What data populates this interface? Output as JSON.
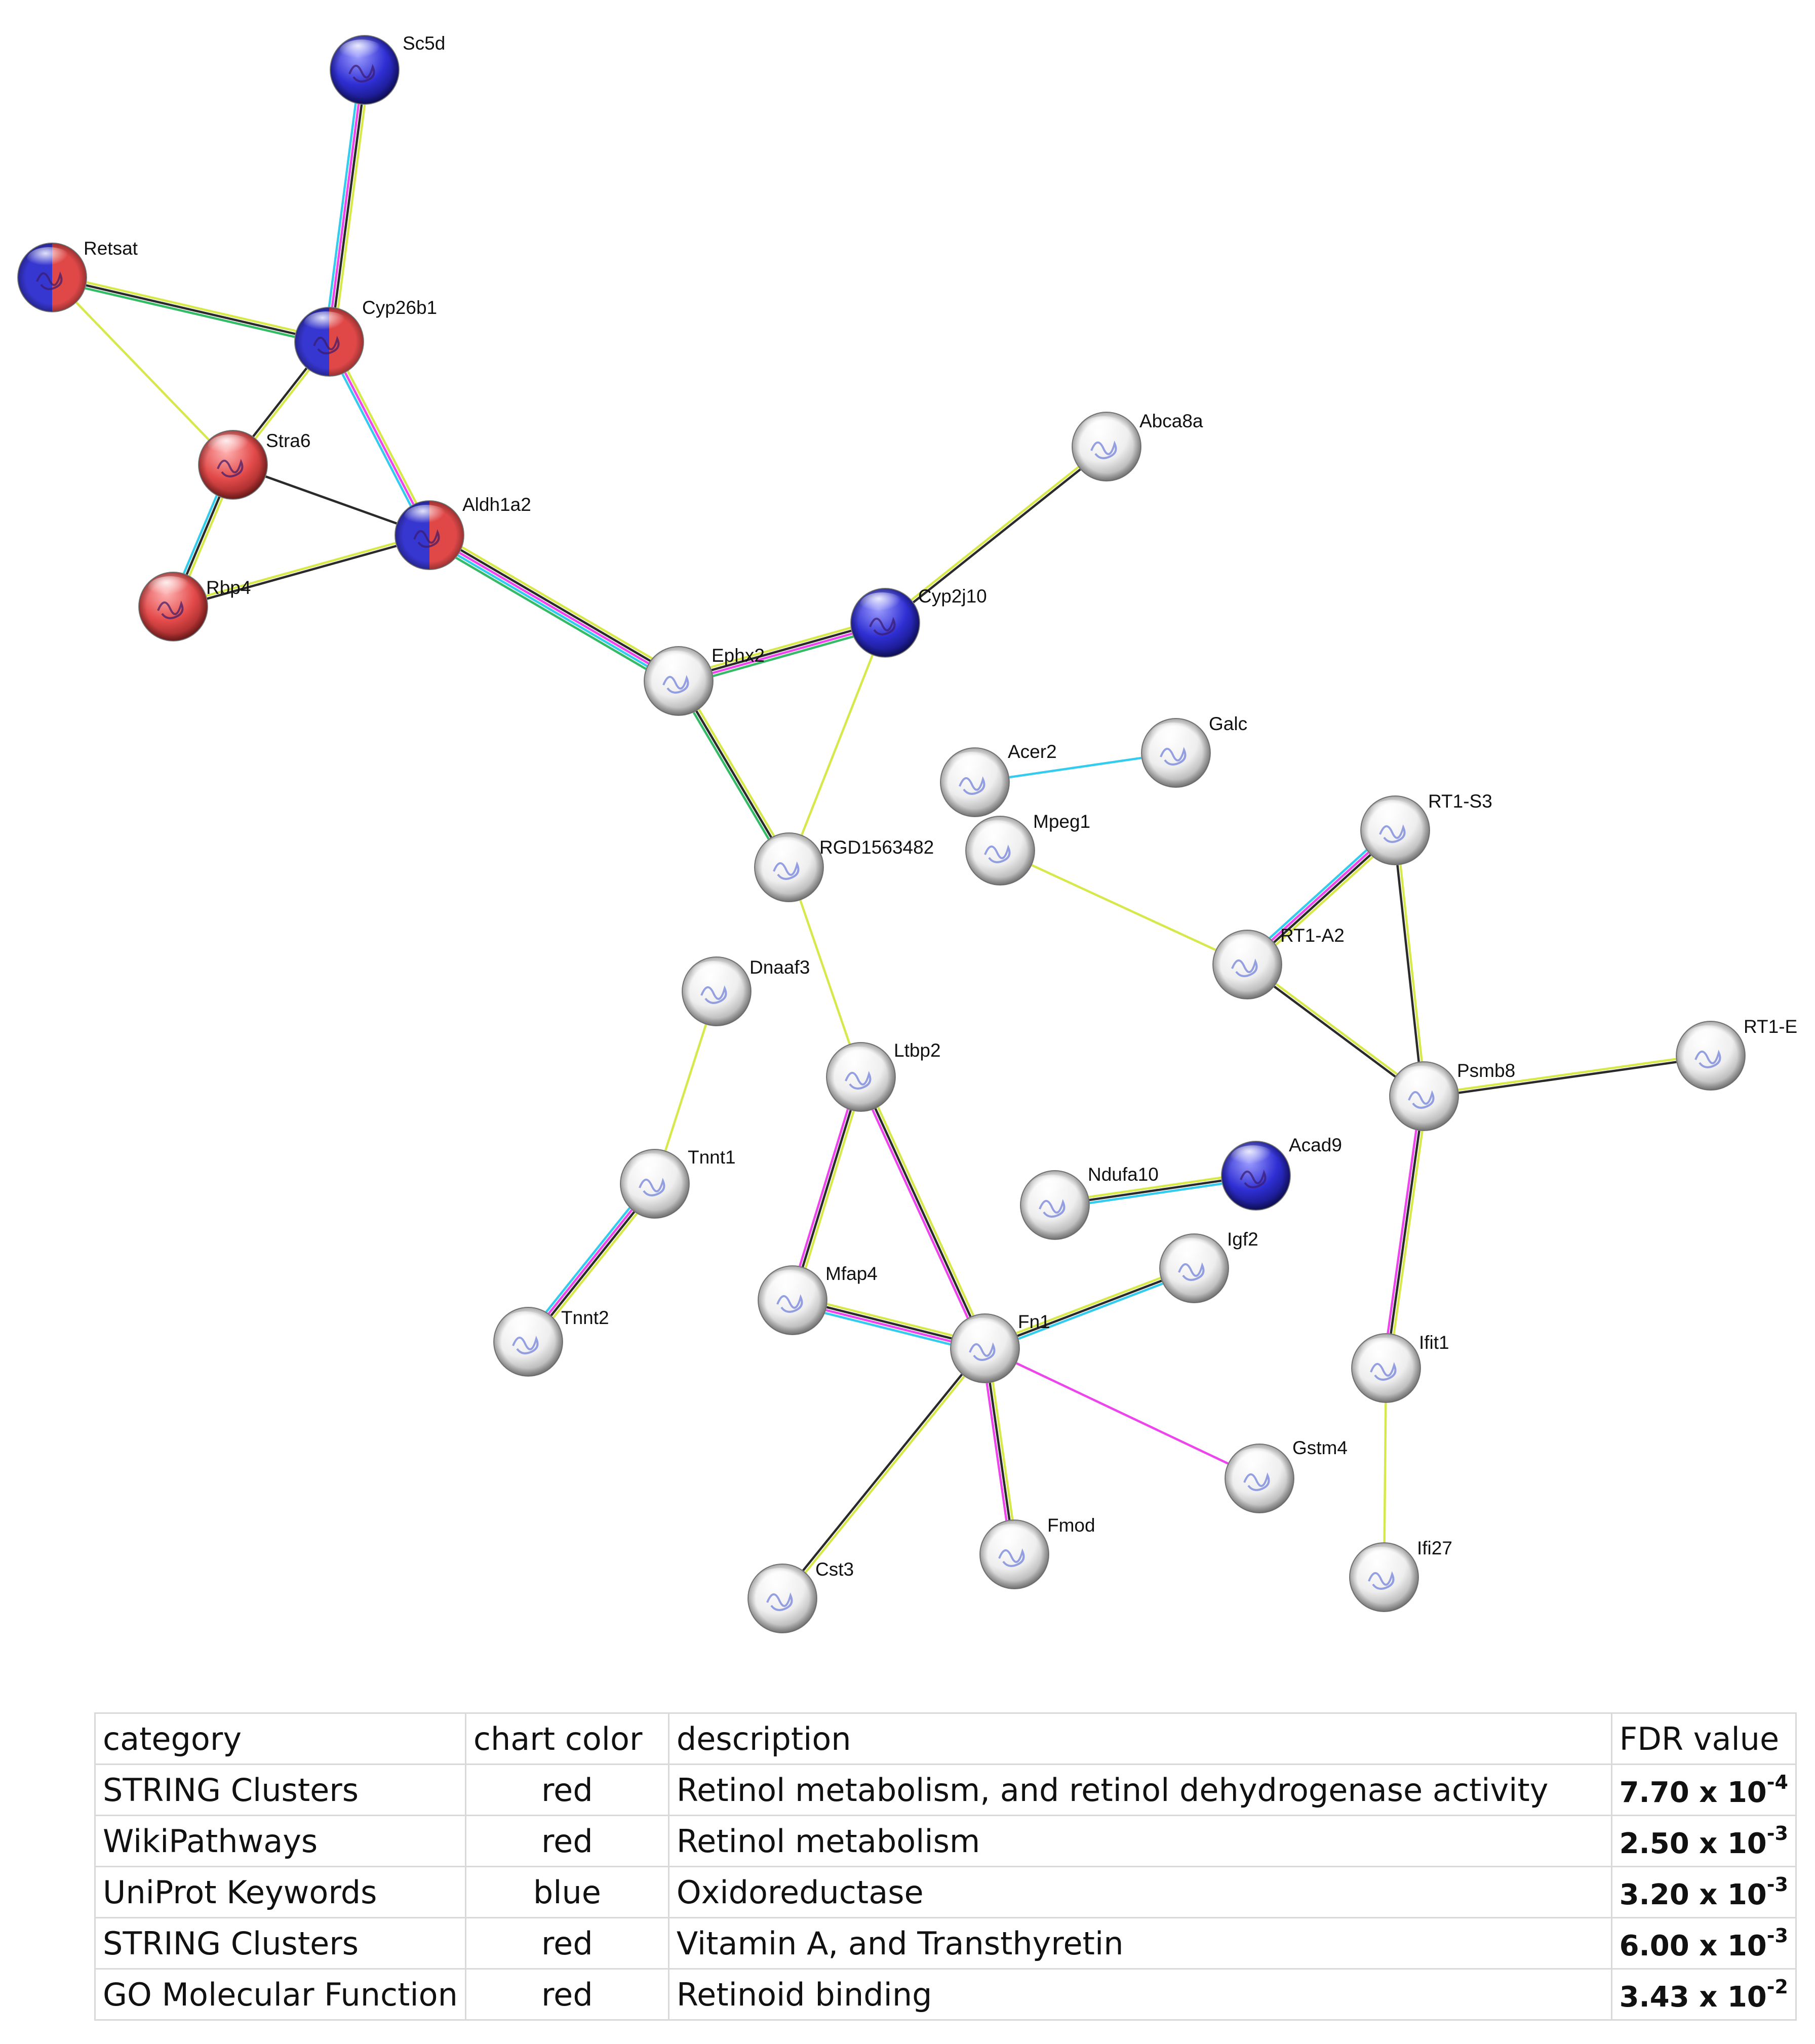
{
  "network": {
    "nodes": [
      {
        "id": "Sc5d",
        "label": "Sc5d",
        "color": "blue"
      },
      {
        "id": "Retsat",
        "label": "Retsat",
        "color": "blue-red"
      },
      {
        "id": "Cyp26b1",
        "label": "Cyp26b1",
        "color": "blue-red"
      },
      {
        "id": "Stra6",
        "label": "Stra6",
        "color": "red"
      },
      {
        "id": "Rbp4",
        "label": "Rbp4",
        "color": "red"
      },
      {
        "id": "Aldh1a2",
        "label": "Aldh1a2",
        "color": "blue-red"
      },
      {
        "id": "Abca8a",
        "label": "Abca8a",
        "color": "gray"
      },
      {
        "id": "Cyp2j10",
        "label": "Cyp2j10",
        "color": "blue"
      },
      {
        "id": "Ephx2",
        "label": "Ephx2",
        "color": "gray"
      },
      {
        "id": "Galc",
        "label": "Galc",
        "color": "gray"
      },
      {
        "id": "Acer2",
        "label": "Acer2",
        "color": "gray"
      },
      {
        "id": "Mpeg1",
        "label": "Mpeg1",
        "color": "gray"
      },
      {
        "id": "RGD1563482",
        "label": "RGD1563482",
        "color": "gray"
      },
      {
        "id": "RT1-S3",
        "label": "RT1-S3",
        "color": "gray"
      },
      {
        "id": "RT1-A2",
        "label": "RT1-A2",
        "color": "gray"
      },
      {
        "id": "Dnaaf3",
        "label": "Dnaaf3",
        "color": "gray"
      },
      {
        "id": "Ltbp2",
        "label": "Ltbp2",
        "color": "gray"
      },
      {
        "id": "RT1-B",
        "label": "RT1-E",
        "color": "gray"
      },
      {
        "id": "Psmb8",
        "label": "Psmb8",
        "color": "gray"
      },
      {
        "id": "Tnnt1",
        "label": "Tnnt1",
        "color": "gray"
      },
      {
        "id": "Ndufa10",
        "label": "Ndufa10",
        "color": "gray"
      },
      {
        "id": "Acad9",
        "label": "Acad9",
        "color": "blue"
      },
      {
        "id": "Igf2",
        "label": "Igf2",
        "color": "gray"
      },
      {
        "id": "Mfap4",
        "label": "Mfap4",
        "color": "gray"
      },
      {
        "id": "Tnnt2",
        "label": "Tnnt2",
        "color": "gray"
      },
      {
        "id": "Fn1",
        "label": "Fn1",
        "color": "gray"
      },
      {
        "id": "Ifit1",
        "label": "Ifit1",
        "color": "gray"
      },
      {
        "id": "Gstm4",
        "label": "Gstm4",
        "color": "gray"
      },
      {
        "id": "Fmod",
        "label": "Fmod",
        "color": "gray"
      },
      {
        "id": "Cst3",
        "label": "Cst3",
        "color": "gray"
      },
      {
        "id": "Ifi27",
        "label": "Ifi27",
        "color": "gray"
      }
    ],
    "edges": [
      {
        "source": "Sc5d",
        "target": "Cyp26b1",
        "evidence": [
          "#d6e84a",
          "#2a2a2a",
          "#ee44ee",
          "#33ccee"
        ]
      },
      {
        "source": "Retsat",
        "target": "Cyp26b1",
        "evidence": [
          "#d6e84a",
          "#2a2a2a",
          "#33bb66"
        ]
      },
      {
        "source": "Retsat",
        "target": "Stra6",
        "evidence": [
          "#d6e84a"
        ]
      },
      {
        "source": "Cyp26b1",
        "target": "Stra6",
        "evidence": [
          "#d6e84a",
          "#2a2a2a"
        ]
      },
      {
        "source": "Cyp26b1",
        "target": "Aldh1a2",
        "evidence": [
          "#d6e84a",
          "#ee44ee",
          "#33ccee"
        ]
      },
      {
        "source": "Stra6",
        "target": "Rbp4",
        "evidence": [
          "#d6e84a",
          "#2a2a2a",
          "#33ccee"
        ]
      },
      {
        "source": "Stra6",
        "target": "Aldh1a2",
        "evidence": [
          "#2a2a2a"
        ]
      },
      {
        "source": "Rbp4",
        "target": "Aldh1a2",
        "evidence": [
          "#d6e84a",
          "#2a2a2a"
        ]
      },
      {
        "source": "Aldh1a2",
        "target": "Ephx2",
        "evidence": [
          "#d6e84a",
          "#2a2a2a",
          "#ee44ee",
          "#33ccee",
          "#33bb66"
        ]
      },
      {
        "source": "Ephx2",
        "target": "Cyp2j10",
        "evidence": [
          "#d6e84a",
          "#2a2a2a",
          "#ee44ee",
          "#33bb66"
        ]
      },
      {
        "source": "Ephx2",
        "target": "RGD1563482",
        "evidence": [
          "#d6e84a",
          "#2a2a2a",
          "#33bb66"
        ]
      },
      {
        "source": "Cyp2j10",
        "target": "RGD1563482",
        "evidence": [
          "#d6e84a"
        ]
      },
      {
        "source": "Cyp2j10",
        "target": "Abca8a",
        "evidence": [
          "#d6e84a",
          "#2a2a2a"
        ]
      },
      {
        "source": "Acer2",
        "target": "Galc",
        "evidence": [
          "#33ccee"
        ]
      },
      {
        "source": "Mpeg1",
        "target": "RT1-A2",
        "evidence": [
          "#d6e84a"
        ]
      },
      {
        "source": "RT1-S3",
        "target": "RT1-A2",
        "evidence": [
          "#d6e84a",
          "#2a2a2a",
          "#ee44ee",
          "#33ccee"
        ]
      },
      {
        "source": "RT1-S3",
        "target": "Psmb8",
        "evidence": [
          "#d6e84a",
          "#2a2a2a"
        ]
      },
      {
        "source": "RT1-A2",
        "target": "Psmb8",
        "evidence": [
          "#d6e84a",
          "#2a2a2a"
        ]
      },
      {
        "source": "Psmb8",
        "target": "RT1-B",
        "evidence": [
          "#d6e84a",
          "#2a2a2a"
        ]
      },
      {
        "source": "Psmb8",
        "target": "Ifit1",
        "evidence": [
          "#d6e84a",
          "#2a2a2a",
          "#ee44ee"
        ]
      },
      {
        "source": "Ifit1",
        "target": "Ifi27",
        "evidence": [
          "#d6e84a"
        ]
      },
      {
        "source": "RGD1563482",
        "target": "Ltbp2",
        "evidence": [
          "#d6e84a"
        ]
      },
      {
        "source": "Ltbp2",
        "target": "Mfap4",
        "evidence": [
          "#d6e84a",
          "#2a2a2a",
          "#ee44ee"
        ]
      },
      {
        "source": "Ltbp2",
        "target": "Fn1",
        "evidence": [
          "#d6e84a",
          "#2a2a2a",
          "#ee44ee"
        ]
      },
      {
        "source": "Dnaaf3",
        "target": "Tnnt1",
        "evidence": [
          "#d6e84a"
        ]
      },
      {
        "source": "Tnnt1",
        "target": "Tnnt2",
        "evidence": [
          "#d6e84a",
          "#2a2a2a",
          "#ee44ee",
          "#33ccee"
        ]
      },
      {
        "source": "Ndufa10",
        "target": "Acad9",
        "evidence": [
          "#d6e84a",
          "#2a2a2a",
          "#33ccee"
        ]
      },
      {
        "source": "Mfap4",
        "target": "Fn1",
        "evidence": [
          "#d6e84a",
          "#2a2a2a",
          "#ee44ee",
          "#33ccee"
        ]
      },
      {
        "source": "Fn1",
        "target": "Igf2",
        "evidence": [
          "#d6e84a",
          "#2a2a2a",
          "#33ccee"
        ]
      },
      {
        "source": "Fn1",
        "target": "Gstm4",
        "evidence": [
          "#ee44ee"
        ]
      },
      {
        "source": "Fn1",
        "target": "Fmod",
        "evidence": [
          "#d6e84a",
          "#2a2a2a",
          "#ee44ee"
        ]
      },
      {
        "source": "Fn1",
        "target": "Cst3",
        "evidence": [
          "#d6e84a",
          "#2a2a2a"
        ]
      }
    ]
  },
  "table": {
    "headers": {
      "category": "category",
      "color": "chart color",
      "description": "description",
      "fdr": "FDR value"
    },
    "rows": [
      {
        "category": "STRING Clusters",
        "color": "red",
        "description": "Retinol metabolism, and retinol dehydrogenase activity",
        "fdr_mantissa": "7.70 x 10",
        "fdr_exponent": "-4"
      },
      {
        "category": "WikiPathways",
        "color": "red",
        "description": "Retinol metabolism",
        "fdr_mantissa": "2.50 x 10",
        "fdr_exponent": "-3"
      },
      {
        "category": "UniProt Keywords",
        "color": "blue",
        "description": "Oxidoreductase",
        "fdr_mantissa": "3.20 x 10",
        "fdr_exponent": "-3"
      },
      {
        "category": "STRING Clusters",
        "color": "red",
        "description": "Vitamin A, and Transthyretin",
        "fdr_mantissa": "6.00 x 10",
        "fdr_exponent": "-3"
      },
      {
        "category": "GO Molecular Function",
        "color": "red",
        "description": "Retinoid binding",
        "fdr_mantissa": "3.43 x 10",
        "fdr_exponent": "-2"
      }
    ]
  },
  "colors": {
    "red": "#e34a4a",
    "blue": "#2f2fd4",
    "gray": "#e6e6e6",
    "edge_yellow": "#d6e84a",
    "edge_black": "#2a2a2a",
    "edge_magenta": "#ee44ee",
    "edge_cyan": "#33ccee",
    "edge_green": "#33bb66"
  }
}
